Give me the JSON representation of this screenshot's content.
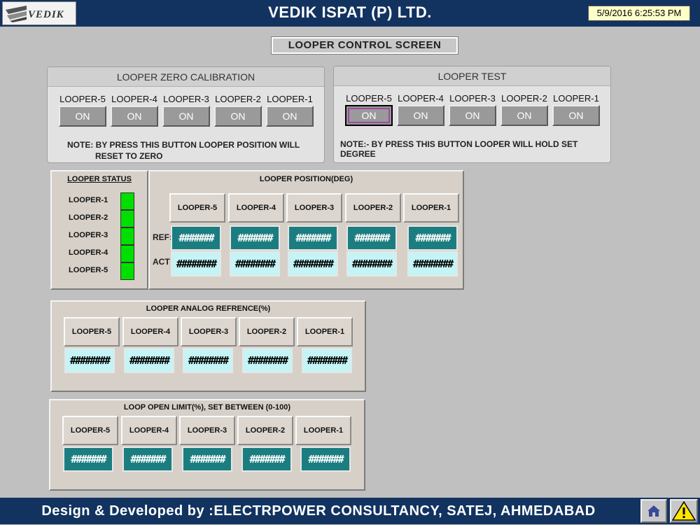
{
  "header": {
    "logo_text": "VEDIK",
    "title": "VEDIK ISPAT (P) LTD.",
    "datetime": "5/9/2016 6:25:53 PM"
  },
  "screen_title": "LOOPER CONTROL SCREEN",
  "zero_calibration": {
    "title": "LOOPER ZERO CALIBRATION",
    "loopers": [
      {
        "label": "LOOPER-5",
        "button": "ON"
      },
      {
        "label": "LOOPER-4",
        "button": "ON"
      },
      {
        "label": "LOOPER-3",
        "button": "ON"
      },
      {
        "label": "LOOPER-2",
        "button": "ON"
      },
      {
        "label": "LOOPER-1",
        "button": "ON"
      }
    ],
    "note_line1": "NOTE: BY PRESS THIS BUTTON LOOPER POSITION WILL",
    "note_line2": "RESET TO ZERO"
  },
  "looper_test": {
    "title": "LOOPER TEST",
    "loopers": [
      {
        "label": "LOOPER-5",
        "button": "ON"
      },
      {
        "label": "LOOPER-4",
        "button": "ON"
      },
      {
        "label": "LOOPER-3",
        "button": "ON"
      },
      {
        "label": "LOOPER-2",
        "button": "ON"
      },
      {
        "label": "LOOPER-1",
        "button": "ON"
      }
    ],
    "note": "NOTE:- BY PRESS THIS BUTTON LOOPER WILL HOLD SET DEGREE"
  },
  "looper_status": {
    "title": "LOOPER STATUS",
    "items": [
      {
        "label": "LOOPER-1",
        "state_color": "#00e000"
      },
      {
        "label": "LOOPER-2",
        "state_color": "#00e000"
      },
      {
        "label": "LOOPER-3",
        "state_color": "#00e000"
      },
      {
        "label": "LOOPER-4",
        "state_color": "#00e000"
      },
      {
        "label": "LOOPER-5",
        "state_color": "#00e000"
      }
    ]
  },
  "looper_position": {
    "title": "LOOPER POSITION(DEG)",
    "ref_label": "REF:",
    "act_label": "ACT",
    "columns": [
      "LOOPER-5",
      "LOOPER-4",
      "LOOPER-3",
      "LOOPER-2",
      "LOOPER-1"
    ],
    "ref_values": [
      "#######",
      "#######",
      "#######",
      "#######",
      "#######"
    ],
    "act_values": [
      "########",
      "########",
      "########",
      "########",
      "########"
    ]
  },
  "analog_reference": {
    "title": "LOOPER ANALOG REFRENCE(%)",
    "columns": [
      "LOOPER-5",
      "LOOPER-4",
      "LOOPER-3",
      "LOOPER-2",
      "LOOPER-1"
    ],
    "values": [
      "########",
      "########",
      "########",
      "########",
      "########"
    ]
  },
  "open_limit": {
    "title": "LOOP OPEN LIMIT(%), SET BETWEEN (0-100)",
    "columns": [
      "LOOPER-5",
      "LOOPER-4",
      "LOOPER-3",
      "LOOPER-2",
      "LOOPER-1"
    ],
    "values": [
      "#######",
      "#######",
      "#######",
      "#######",
      "#######"
    ]
  },
  "footer": {
    "text": "Design & Developed by :ELECTRPOWER CONSULTANCY, SATEJ, AHMEDABAD"
  },
  "icons": {
    "home": "home-icon",
    "warning": "warning-icon"
  }
}
